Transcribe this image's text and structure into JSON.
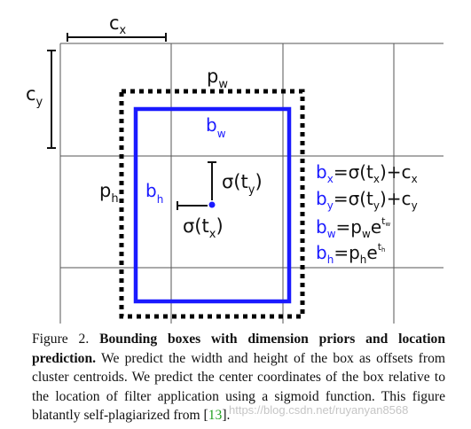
{
  "figure": {
    "labels": {
      "cx": {
        "main": "c",
        "sub": "x"
      },
      "cy": {
        "main": "c",
        "sub": "y"
      },
      "pw": {
        "main": "p",
        "sub": "w"
      },
      "ph": {
        "main": "p",
        "sub": "h"
      },
      "bw": {
        "main": "b",
        "sub": "w"
      },
      "bh": {
        "main": "b",
        "sub": "h"
      },
      "sig_ty": {
        "pre": "σ(t",
        "sub": "y",
        "post": ")"
      },
      "sig_tx": {
        "pre": "σ(t",
        "sub": "x",
        "post": ")"
      }
    },
    "equations": [
      {
        "lhs": "b",
        "lhs_sub": "x",
        "rhs": "=σ(t",
        "rhs_sub": "x",
        "rhs_post": ")+c",
        "rhs_sub2": "x"
      },
      {
        "lhs": "b",
        "lhs_sub": "y",
        "rhs": "=σ(t",
        "rhs_sub": "y",
        "rhs_post": ")+c",
        "rhs_sub2": "y"
      },
      {
        "lhs": "b",
        "lhs_sub": "w",
        "rhs": "=p",
        "rhs_sub": "w",
        "rhs_post": "e",
        "rhs_sup": "t",
        "rhs_sup_sub": "w"
      },
      {
        "lhs": "b",
        "lhs_sub": "h",
        "rhs": "=p",
        "rhs_sub": "h",
        "rhs_post": "e",
        "rhs_sup": "t",
        "rhs_sup_sub": "h"
      }
    ],
    "colors": {
      "prediction": "#1a1aff",
      "prior": "#000000",
      "grid": "#555555"
    }
  },
  "caption": {
    "figure_label": "Figure 2.",
    "title": "Bounding boxes with dimension priors and location prediction.",
    "body": "We predict the width and height of the box as offsets from cluster centroids. We predict the center coordinates of the box relative to the location of filter application using a sigmoid function. This figure blatantly self-plagiarized from [",
    "ref": "13",
    "end": "].",
    "watermark": "https://blog.csdn.net/ruyanyan8568"
  }
}
